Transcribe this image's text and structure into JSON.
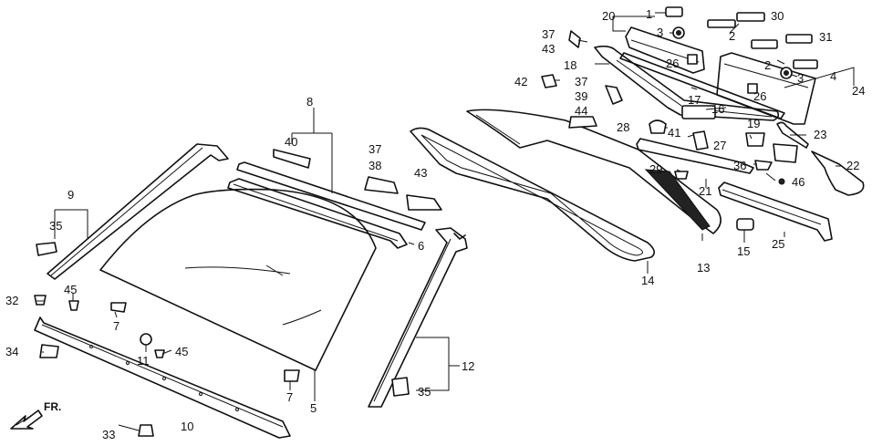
{
  "labels": {
    "l1": "1",
    "l2a": "2",
    "l2b": "2",
    "l3a": "3",
    "l3b": "3",
    "l4": "4",
    "l5": "5",
    "l6": "6",
    "l7a": "7",
    "l7b": "7",
    "l8": "8",
    "l9": "9",
    "l10": "10",
    "l11": "11",
    "l12": "12",
    "l13": "13",
    "l14": "14",
    "l15": "15",
    "l16": "16",
    "l17": "17",
    "l18": "18",
    "l19": "19",
    "l20": "20",
    "l21": "21",
    "l22": "22",
    "l23": "23",
    "l24": "24",
    "l25": "25",
    "l26a": "26",
    "l26b": "26",
    "l27": "27",
    "l28": "28",
    "l29": "29",
    "l30": "30",
    "l31": "31",
    "l32": "32",
    "l33": "33",
    "l34": "34",
    "l35a": "35",
    "l35b": "35",
    "l36": "36",
    "l37a": "37",
    "l37b": "37",
    "l37c": "37",
    "l38": "38",
    "l39": "39",
    "l40": "40",
    "l41": "41",
    "l42": "42",
    "l43a": "43",
    "l43b": "43",
    "l44": "44",
    "l45a": "45",
    "l45b": "45",
    "l46": "46"
  },
  "direction": {
    "text": "FR."
  }
}
